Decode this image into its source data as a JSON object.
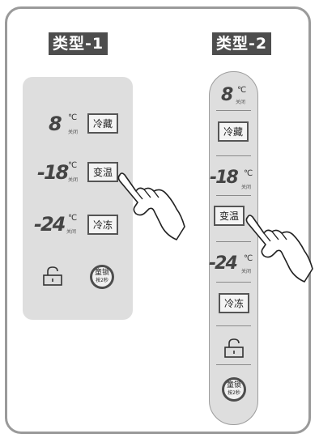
{
  "type1": {
    "title": "类型-1",
    "rows": [
      {
        "display": "8",
        "unit": "℃",
        "sub": "关闭",
        "button": "冷藏"
      },
      {
        "display": "-18",
        "unit": "℃",
        "sub": "关闭",
        "button": "变温"
      },
      {
        "display": "-24",
        "unit": "℃",
        "sub": "关闭",
        "button": "冷冻"
      }
    ],
    "lock": {
      "line1": "童锁",
      "line2": "按2秒"
    }
  },
  "type2": {
    "title": "类型-2",
    "rows": [
      {
        "display": "8",
        "unit": "℃",
        "sub": "关闭",
        "button": "冷藏"
      },
      {
        "display": "-18",
        "unit": "℃",
        "sub": "关闭",
        "button": "变温"
      },
      {
        "display": "-24",
        "unit": "℃",
        "sub": "关闭",
        "button": "冷冻"
      }
    ],
    "lock": {
      "line1": "童锁",
      "line2": "按2秒"
    }
  },
  "colors": {
    "panel": "#dedede",
    "frame": "#9a9a9a",
    "title_bg": "#4d4d4d"
  },
  "icons": [
    "padlock-icon",
    "pointing-hand-icon"
  ]
}
